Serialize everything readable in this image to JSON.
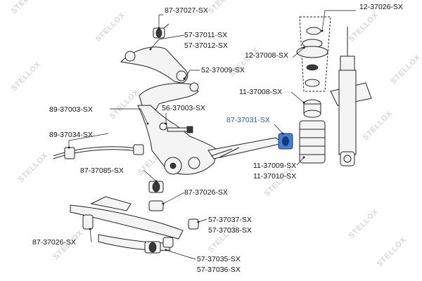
{
  "parts": [
    {
      "label": "87-37027-SX",
      "highlight": false
    },
    {
      "label": "12-37026-SX",
      "highlight": false
    },
    {
      "label": "57-37011-SX",
      "highlight": false
    },
    {
      "label": "57-37012-SX",
      "highlight": false
    },
    {
      "label": "12-37008-SX",
      "highlight": false
    },
    {
      "label": "52-37009-SX",
      "highlight": false
    },
    {
      "label": "11-37008-SX",
      "highlight": false
    },
    {
      "label": "89-37003-SX",
      "highlight": false
    },
    {
      "label": "56-37003-SX",
      "highlight": false
    },
    {
      "label": "87-37031-SX",
      "highlight": true
    },
    {
      "label": "89-37034-SX",
      "highlight": false
    },
    {
      "label": "11-37009-SX",
      "highlight": false
    },
    {
      "label": "11-37010-SX",
      "highlight": false
    },
    {
      "label": "87-37085-SX",
      "highlight": false
    },
    {
      "label": "87-37026-SX",
      "highlight": false
    },
    {
      "label": "57-37037-SX",
      "highlight": false
    },
    {
      "label": "57-37038-SX",
      "highlight": false
    },
    {
      "label": "87-37026-SX",
      "highlight": false
    },
    {
      "label": "57-37035-SX",
      "highlight": false
    },
    {
      "label": "57-37036-SX",
      "highlight": false
    }
  ],
  "watermark": "STELLOX",
  "colors": {
    "highlight": "#1f5fbf",
    "line": "#111111"
  }
}
